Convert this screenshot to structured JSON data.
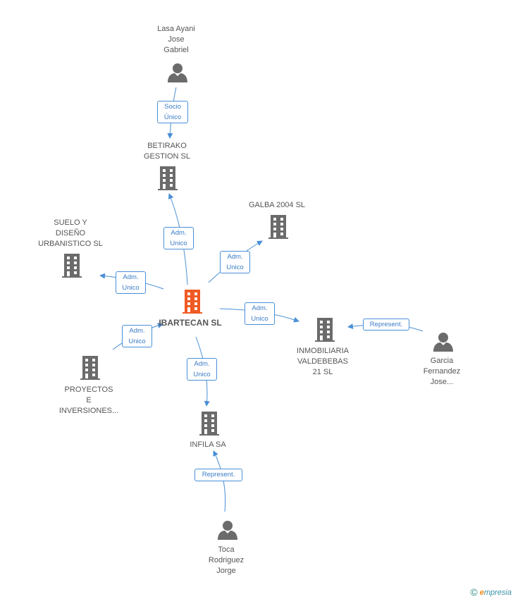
{
  "colors": {
    "edge": "#4a8fd6",
    "company": "#6b6b6b",
    "center_company": "#f05a23",
    "person": "#6b6b6b",
    "label_text": "#555555"
  },
  "nodes": [
    {
      "id": "lasa",
      "type": "person",
      "icon": "person-icon",
      "label": "Lasa Ayani\nJose\nGabriel"
    },
    {
      "id": "betirako",
      "type": "company",
      "icon": "building-icon",
      "label": "BETIRAKO\nGESTION SL"
    },
    {
      "id": "galba",
      "type": "company",
      "icon": "building-icon",
      "label": "GALBA 2004 SL"
    },
    {
      "id": "suelo",
      "type": "company",
      "icon": "building-icon",
      "label": "SUELO Y\nDISEÑO\nURBANISTICO SL"
    },
    {
      "id": "ibartecan",
      "type": "company-center",
      "icon": "building-icon",
      "label": "IBARTECAN SL"
    },
    {
      "id": "inmobiliaria",
      "type": "company",
      "icon": "building-icon",
      "label": "INMOBILIARIA\nVALDEBEBAS\n21 SL"
    },
    {
      "id": "garcia",
      "type": "person",
      "icon": "person-icon",
      "label": "Garcia\nFernandez\nJose..."
    },
    {
      "id": "proyectos",
      "type": "company",
      "icon": "building-icon",
      "label": "PROYECTOS\nE\nINVERSIONES..."
    },
    {
      "id": "infila",
      "type": "company",
      "icon": "building-icon",
      "label": "INFILA SA"
    },
    {
      "id": "toca",
      "type": "person",
      "icon": "person-icon",
      "label": "Toca\nRodriguez\nJorge"
    }
  ],
  "edges": [
    {
      "from": "lasa",
      "to": "betirako",
      "label": "Socio\nÚnico"
    },
    {
      "from": "ibartecan",
      "to": "betirako",
      "label": "Adm.\nUnico"
    },
    {
      "from": "ibartecan",
      "to": "galba",
      "label": "Adm.\nUnico"
    },
    {
      "from": "ibartecan",
      "to": "suelo",
      "label": "Adm.\nUnico"
    },
    {
      "from": "ibartecan",
      "to": "inmobiliaria",
      "label": "Adm.\nUnico"
    },
    {
      "from": "garcia",
      "to": "inmobiliaria",
      "label": "Represent."
    },
    {
      "from": "proyectos",
      "to": "ibartecan",
      "label": "Adm.\nUnico"
    },
    {
      "from": "ibartecan",
      "to": "infila",
      "label": "Adm.\nUnico"
    },
    {
      "from": "toca",
      "to": "infila",
      "label": "Represent."
    }
  ],
  "footer": {
    "copyright": "©",
    "brand_initial": "e",
    "brand_rest": "mpresia"
  }
}
